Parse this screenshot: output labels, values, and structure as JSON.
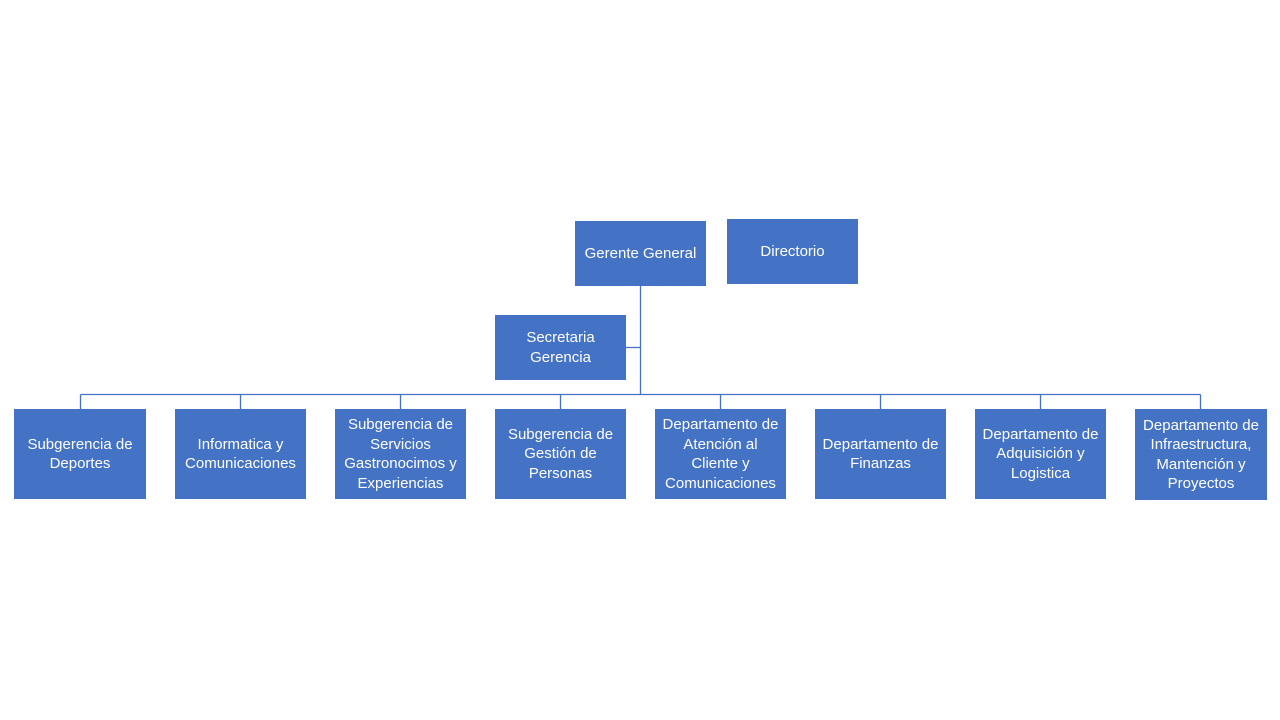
{
  "colors": {
    "box_fill": "#4472C4",
    "box_text": "#FFFFFF",
    "connector": "#4472C4"
  },
  "top": {
    "gerente": "Gerente General",
    "directorio": "Directorio",
    "secretaria": "Secretaria\nGerencia"
  },
  "departments": [
    "Subgerencia de\nDeportes",
    "Informatica y\nComunicaciones",
    "Subgerencia de\nServicios\nGastronocimos y\nExperiencias",
    "Subgerencia de\nGestión de\nPersonas",
    "Departamento de\nAtención al\nCliente y\nComunicaciones",
    "Departamento de\nFinanzas",
    "Departamento de\nAdquisición y\nLogistica",
    "Departamento de\nInfraestructura,\nMantención y\nProyectos"
  ]
}
